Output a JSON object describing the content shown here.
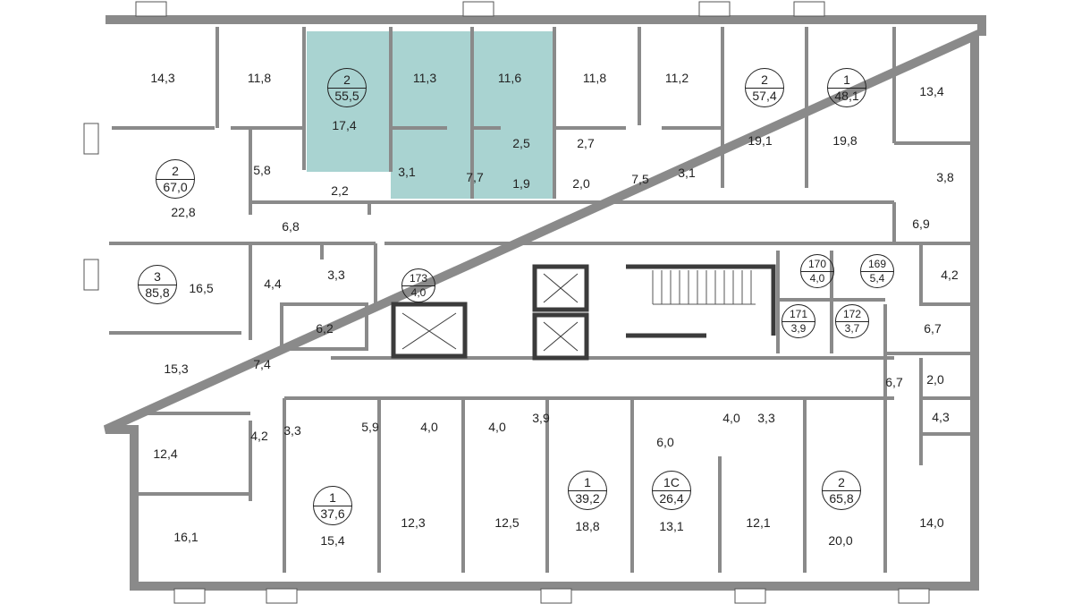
{
  "colors": {
    "wall": "#8a8a8a",
    "wall_dark": "#3b3b3b",
    "highlight": "#a9d3d1"
  },
  "rooms": [
    "14,3",
    "11,8",
    "17,4",
    "11,3",
    "11,6",
    "11,8",
    "11,2",
    "19,1",
    "19,8",
    "13,4",
    "5,8",
    "2,2",
    "3,1",
    "7,7",
    "2,5",
    "1,9",
    "2,7",
    "2,0",
    "7,5",
    "3,1",
    "3,8",
    "22,8",
    "6,8",
    "6,9",
    "16,5",
    "4,4",
    "3,3",
    "4,2",
    "6,2",
    "6,7",
    "15,3",
    "7,4",
    "6,7",
    "2,0",
    "12,4",
    "4,2",
    "3,3",
    "5,9",
    "4,0",
    "4,0",
    "3,9",
    "6,0",
    "4,0",
    "3,3",
    "4,3",
    "16,1",
    "15,4",
    "12,3",
    "12,5",
    "18,8",
    "13,1",
    "12,1",
    "20,0",
    "14,0"
  ],
  "apartments": [
    {
      "rooms": "2",
      "area": "55,5"
    },
    {
      "rooms": "2",
      "area": "67,0"
    },
    {
      "rooms": "3",
      "area": "85,8"
    },
    {
      "rooms": "2",
      "area": "57,4"
    },
    {
      "rooms": "1",
      "area": "48,1"
    },
    {
      "rooms": "1",
      "area": "37,6"
    },
    {
      "rooms": "1",
      "area": "39,2"
    },
    {
      "rooms": "1С",
      "area": "26,4"
    },
    {
      "rooms": "2",
      "area": "65,8"
    }
  ],
  "storages": [
    {
      "number": "173",
      "area": "4,0"
    },
    {
      "number": "170",
      "area": "4,0"
    },
    {
      "number": "169",
      "area": "5,4"
    },
    {
      "number": "171",
      "area": "3,9"
    },
    {
      "number": "172",
      "area": "3,7"
    }
  ]
}
